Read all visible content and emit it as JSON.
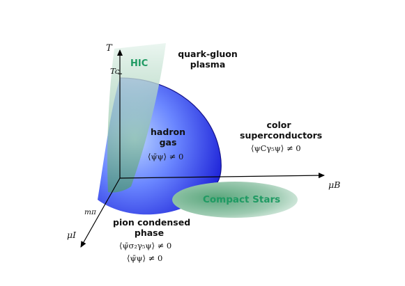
{
  "axes": {
    "t_label": "T",
    "tc_label": "Tc",
    "mub_label": "μB",
    "mui_label": "μI",
    "mpi_label": "mπ"
  },
  "regions": {
    "hic": "HIC",
    "qgp_line1": "quark-gluon",
    "qgp_line2": "plasma",
    "hadron_line1": "hadron",
    "hadron_line2": "gas",
    "hadron_formula": "⟨ψ̄ψ⟩ ≠ 0",
    "color_line1": "color",
    "color_line2": "superconductors",
    "color_formula": "⟨ψCγ₅ψ⟩ ≠ 0",
    "compact_stars": "Compact Stars",
    "pion_line1": "pion condensed",
    "pion_line2": "phase",
    "pion_formula1": "⟨ψ̄σ₂γ₅ψ⟩ ≠ 0",
    "pion_formula2": "⟨ψ̄ψ⟩ ≠ 0"
  },
  "colors": {
    "dome_light": "#a9c8ff",
    "dome_dark": "#2a2fe0",
    "hic_green": "#1f9a63",
    "stars_green": "#5aa880"
  }
}
